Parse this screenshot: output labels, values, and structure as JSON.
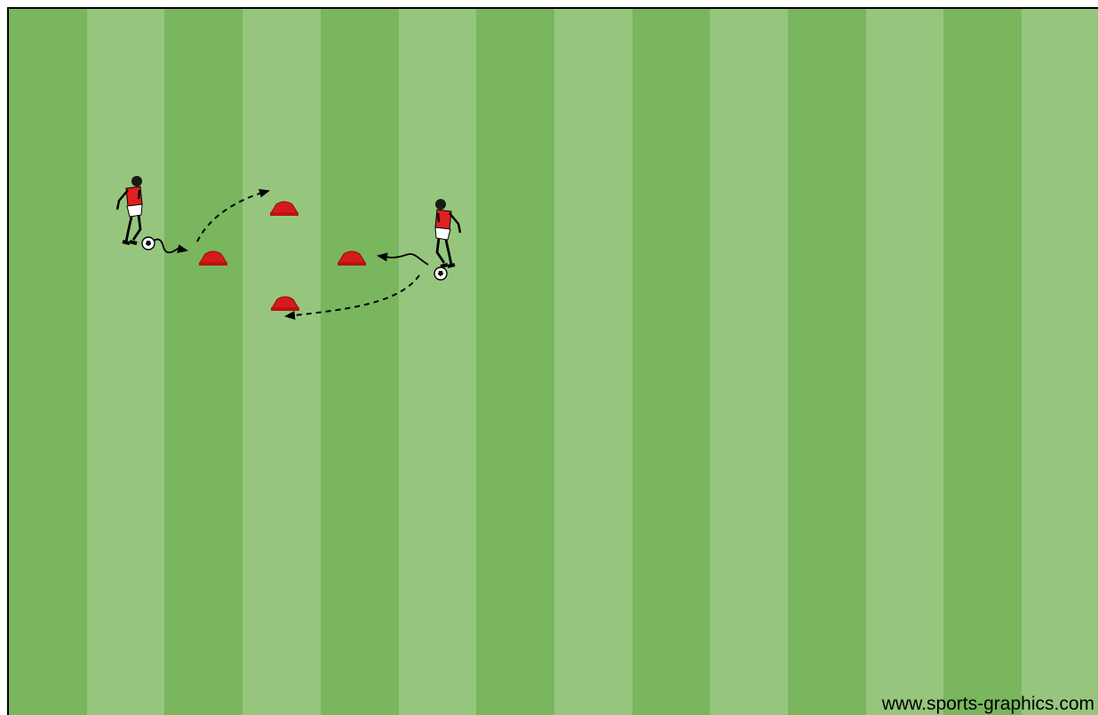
{
  "pitch": {
    "stripe_colors": [
      "#79b65e",
      "#96c67e"
    ],
    "stripe_count": 14,
    "watermark": "www.sports-graphics.com"
  },
  "players": [
    {
      "name": "player-left",
      "shirt_color": "#e02020",
      "facing": "right"
    },
    {
      "name": "player-right",
      "shirt_color": "#e02020",
      "facing": "left"
    }
  ],
  "cones": [
    {
      "name": "cone-top",
      "color": "#d61a1a"
    },
    {
      "name": "cone-left",
      "color": "#d61a1a"
    },
    {
      "name": "cone-right",
      "color": "#d61a1a"
    },
    {
      "name": "cone-bottom",
      "color": "#d61a1a"
    }
  ],
  "movements": [
    {
      "name": "dribble-left",
      "type": "dribble"
    },
    {
      "name": "pass-run-left",
      "type": "run"
    },
    {
      "name": "dribble-right",
      "type": "dribble"
    },
    {
      "name": "pass-run-right",
      "type": "run"
    }
  ]
}
